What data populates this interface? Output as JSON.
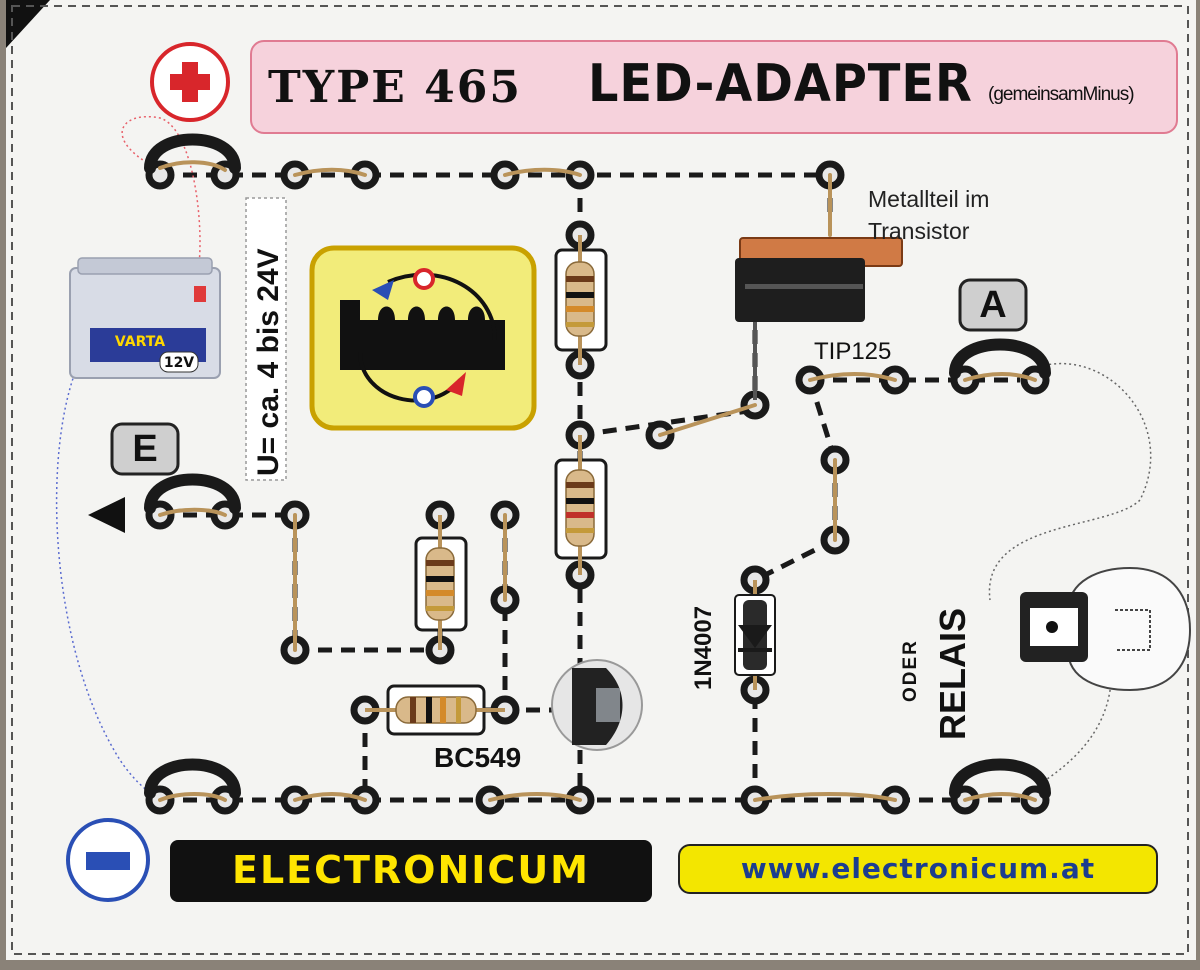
{
  "title": {
    "type": "TYPE 465",
    "main": "LED-ADAPTER",
    "sub": "(gemeinsamMinus)"
  },
  "labels": {
    "plus_terminal": "+",
    "minus_terminal": "−",
    "voltage": "U= ca. 4 bis 24V",
    "metal_part_line1": "Metallteil im",
    "metal_part_line2": "Transistor",
    "output_terminal": "A",
    "input_terminal": "E",
    "transistor_power": "TIP125",
    "transistor_small": "BC549",
    "diode": "1N4007",
    "oder": "ODER",
    "relais": "RELAIS",
    "battery_brand": "VARTA",
    "battery_voltage": "12V"
  },
  "footer": {
    "brand": "ELECTRONICUM",
    "url": "www.electronicum.at"
  },
  "colors": {
    "board": "#f4f4f2",
    "title_bg": "#f6d2dc",
    "brand_yellow": "#ffe500",
    "url_blue": "#1c3d8f",
    "plus_red": "#d8262b",
    "minus_blue": "#2a4fb5",
    "module_yellow": "#f2ec7a"
  },
  "icons": [
    "plus-terminal-icon",
    "minus-terminal-icon",
    "battery-icon",
    "motor-module-icon",
    "lamp-icon",
    "input-arrow-icon"
  ]
}
